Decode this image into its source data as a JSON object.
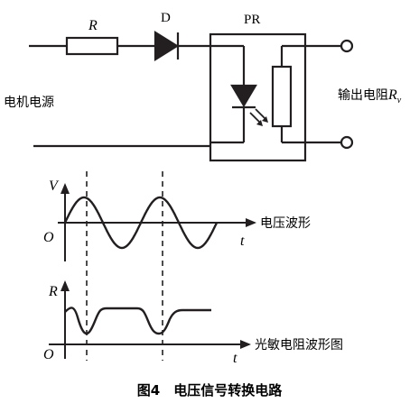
{
  "circuit": {
    "resistor_label": "R",
    "diode_label": "D",
    "photoresistor_label": "PR",
    "power_label": "电机电源",
    "output_label_prefix": "输出电阻",
    "output_label_symbol": "R",
    "output_label_subscript": "v"
  },
  "voltage_plot": {
    "y_label": "V",
    "origin_label": "O",
    "x_label": "t",
    "title": "电压波形"
  },
  "resistance_plot": {
    "y_label": "R",
    "origin_label": "O",
    "x_label": "t",
    "title": "光敏电阻波形图"
  },
  "caption": "图4　电压信号转换电路",
  "colors": {
    "line": "#231f20",
    "background": "#ffffff"
  }
}
